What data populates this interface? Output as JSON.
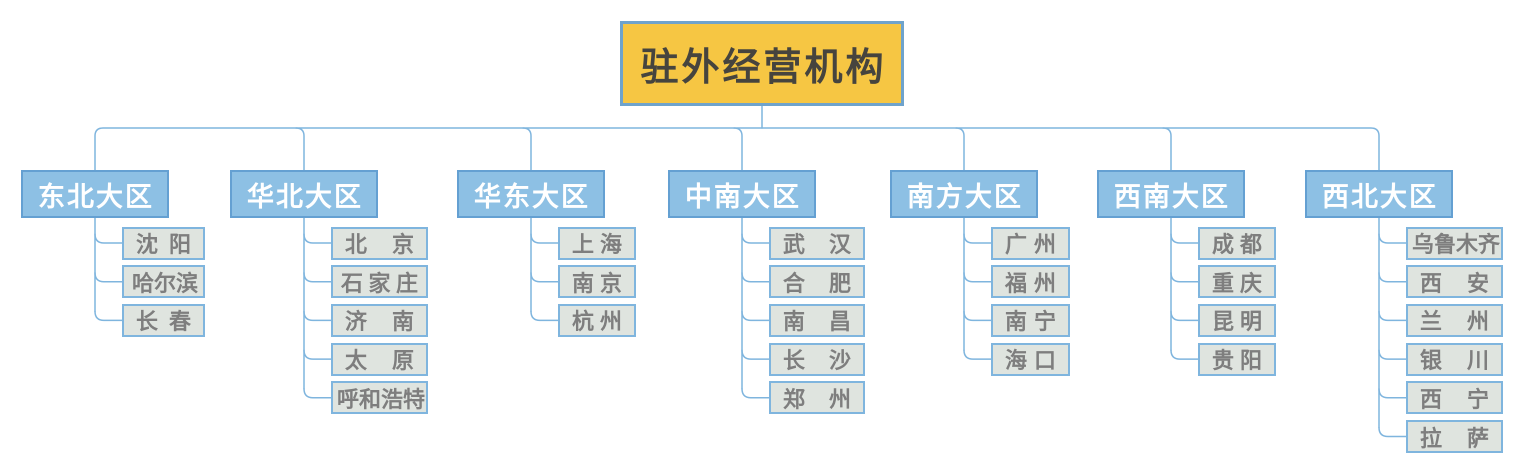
{
  "org": {
    "root": {
      "label": "驻外经营机构"
    },
    "regions": [
      {
        "label": "东北大区",
        "cities": [
          "沈阳",
          "哈尔滨",
          "长春"
        ]
      },
      {
        "label": "华北大区",
        "cities": [
          "北京",
          "石家庄",
          "济南",
          "太原",
          "呼和浩特"
        ]
      },
      {
        "label": "华东大区",
        "cities": [
          "上海",
          "南京",
          "杭州"
        ]
      },
      {
        "label": "中南大区",
        "cities": [
          "武汉",
          "合肥",
          "南昌",
          "长沙",
          "郑州"
        ]
      },
      {
        "label": "南方大区",
        "cities": [
          "广州",
          "福州",
          "南宁",
          "海口"
        ]
      },
      {
        "label": "西南大区",
        "cities": [
          "成都",
          "重庆",
          "昆明",
          "贵阳"
        ]
      },
      {
        "label": "西北大区",
        "cities": [
          "乌鲁木齐",
          "西安",
          "兰州",
          "银川",
          "西宁",
          "拉萨"
        ]
      }
    ],
    "colors": {
      "root_fill": "#F6C643",
      "root_border": "#6FA3CC",
      "root_text": "#46443E",
      "region_fill": "#8DC0E4",
      "region_border": "#64A0D2",
      "region_text": "#FFFFFF",
      "city_fill": "#DFE4DF",
      "city_border": "#7FB5DE",
      "city_text": "#7E7E7E",
      "line": "#7FB5DE"
    }
  }
}
